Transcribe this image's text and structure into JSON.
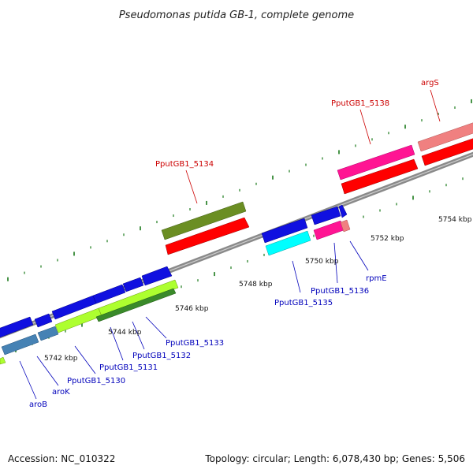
{
  "title": "Pseudomonas putida GB-1, complete genome",
  "footer": {
    "accession": "Accession: NC_010322",
    "summary": "Topology: circular; Length: 6,078,430 bp; Genes: 5,506"
  },
  "colors": {
    "backbone": "#8a8a8a",
    "tick": "#1a7a1a",
    "label_blue": "#0000bb",
    "label_red": "#cc0000",
    "gene_blue": "#1010e0",
    "steelblue": "#4682b4",
    "lime": "#adff2f",
    "olive": "#6b8e23",
    "red": "#ff0000",
    "pink": "#ff1493",
    "salmon": "#f08080",
    "cyan": "#00ffff"
  },
  "scale": {
    "ticks": [
      "5742 kbp",
      "5744 kbp",
      "5746 kbp",
      "5748 kbp",
      "5750 kbp",
      "5752 kbp",
      "5754 kbp"
    ]
  },
  "gene_labels": {
    "aroB": "aroB",
    "aroK": "aroK",
    "p5130": "PputGB1_5130",
    "p5131": "PputGB1_5131",
    "p5132": "PputGB1_5132",
    "p5133": "PputGB1_5133",
    "p5134": "PputGB1_5134",
    "p5135": "PputGB1_5135",
    "p5136": "PputGB1_5136",
    "rpmE": "rpmE",
    "p5138": "PputGB1_5138",
    "argS": "argS"
  }
}
